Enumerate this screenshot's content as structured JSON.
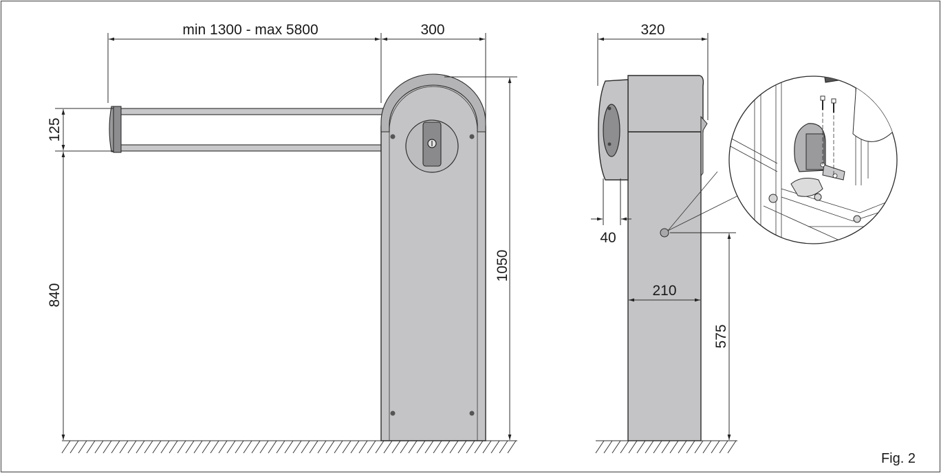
{
  "dimensions": {
    "boom_length": "min 1300 - max 5800",
    "cabinet_depth_front": "300",
    "boom_height": "125",
    "boom_axis_height": "840",
    "cabinet_height": "1050",
    "side_depth": "320",
    "cover_offset": "40",
    "cabinet_width_side": "210",
    "detail_height": "575"
  },
  "figure_label": "Fig. 2"
}
